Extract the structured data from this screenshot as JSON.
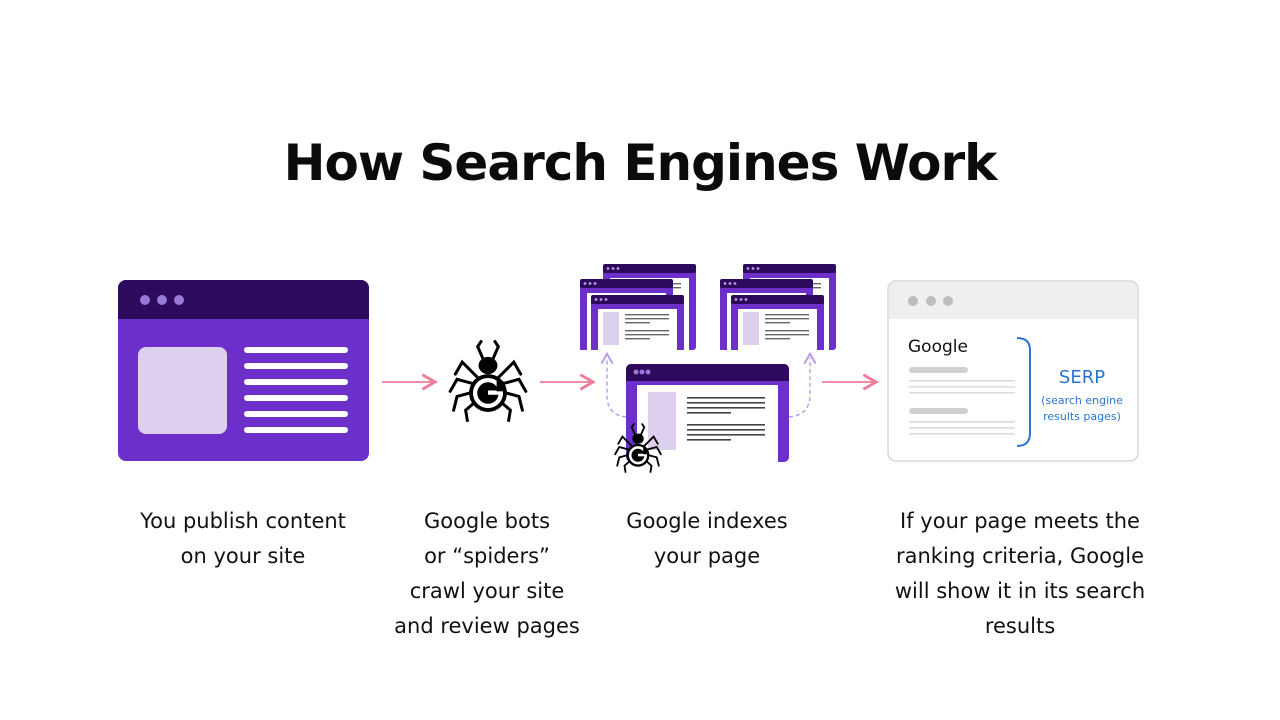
{
  "title": "How Search Engines Work",
  "colors": {
    "purple": "#6c2fca",
    "dark_purple": "#2e0a5c",
    "lavender": "#ddd0ef",
    "arrow": "#f07c98",
    "serp_blue": "#2a74d0",
    "dashed": "#b898ec"
  },
  "steps": [
    {
      "icon": "website-window-icon",
      "caption": [
        "You publish content",
        "on your site"
      ]
    },
    {
      "icon": "spider-bot-icon",
      "caption": [
        "Google bots",
        "or “spiders”",
        "crawl your site",
        "and review pages"
      ]
    },
    {
      "icon": "indexed-pages-icon",
      "caption": [
        "Google indexes",
        "your page"
      ]
    },
    {
      "icon": "serp-window-icon",
      "caption": [
        "If your page meets the",
        "ranking criteria, Google",
        "will show it in its search",
        "results"
      ]
    }
  ],
  "serp": {
    "logo": "Google",
    "label": "SERP",
    "sub": [
      "(search engine",
      "results pages)"
    ]
  },
  "spider_letter": "G"
}
